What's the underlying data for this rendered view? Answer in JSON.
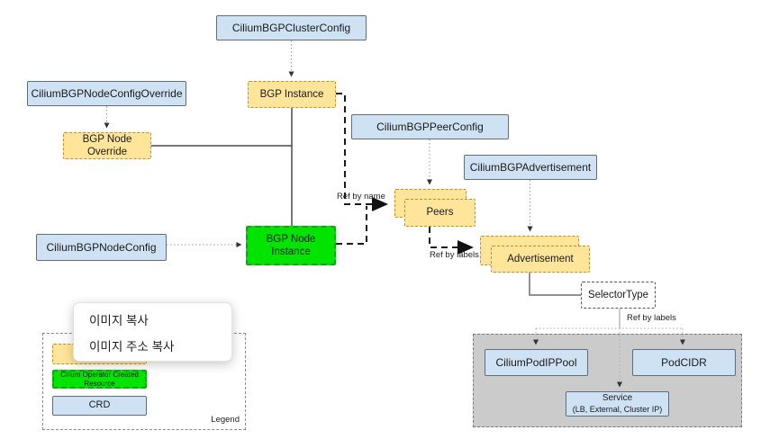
{
  "diagram": {
    "nodes": {
      "cluster_config": "CiliumBGPClusterConfig",
      "bgp_instance": "BGP Instance",
      "node_config_override": "CiliumBGPNodeConfigOverride",
      "bgp_node_override": "BGP Node Override",
      "peer_config": "CiliumBGPPeerConfig",
      "advertisement_crd": "CiliumBGPAdvertisement",
      "peers": "Peers",
      "node_config": "CiliumBGPNodeConfig",
      "bgp_node_instance": "BGP Node Instance",
      "advertisement": "Advertisement",
      "selector_type": "SelectorType",
      "pod_ip_pool": "CiliumPodIPPool",
      "pod_cidr": "PodCIDR",
      "service": "Service",
      "service_detail": "(LB, External, Cluster IP)"
    },
    "edge_labels": {
      "ref_by_name": "Ref by name",
      "ref_by_labels_1": "Ref by labels",
      "ref_by_labels_2": "Ref by labels"
    },
    "legend": {
      "title": "Legend",
      "operator_resource": "Cilium Operator Created Resource",
      "crd": "CRD"
    },
    "colors": {
      "crd_fill": "#cfe2f3",
      "crd_border": "#5f6e7d",
      "internal_fill": "#ffe599",
      "internal_border": "#c2912e",
      "operator_fill": "#00e400",
      "operator_border": "#17a117",
      "container_fill": "#cbcbcb"
    }
  },
  "context_menu": {
    "items": [
      {
        "label": "이미지 복사"
      },
      {
        "label": "이미지 주소 복사"
      }
    ]
  }
}
